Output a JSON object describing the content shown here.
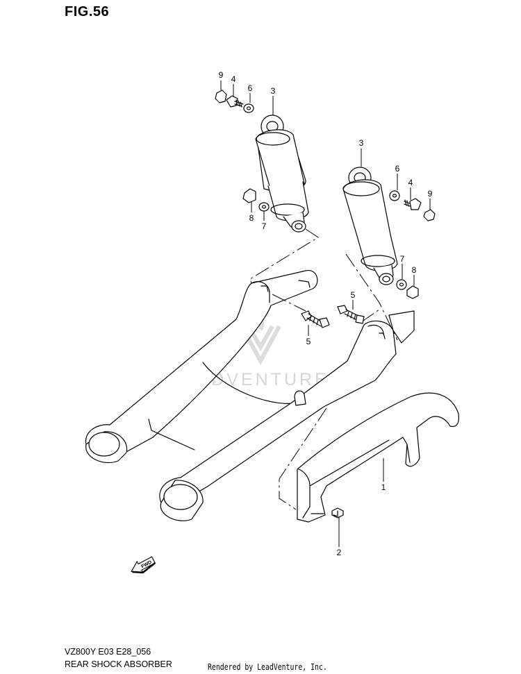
{
  "figure": {
    "title": "FIG.56",
    "model_code": "VZ800Y E03 E28_056",
    "name": "REAR SHOCK ABSORBER"
  },
  "credit": "Rendered by LeadVenture, Inc.",
  "watermark": {
    "text": "LEADVENTURE",
    "icon": "leadventure-logo-icon"
  },
  "fwd_arrow": {
    "label": "FWD",
    "icon": "forward-arrow-icon"
  },
  "callouts": {
    "upper_left_9": "9",
    "upper_left_4": "4",
    "upper_left_6": "6",
    "upper_left_3": "3",
    "upper_right_3": "3",
    "upper_right_6": "6",
    "upper_right_4": "4",
    "upper_right_9": "9",
    "left_8": "8",
    "left_7": "7",
    "right_7": "7",
    "right_8": "8",
    "left_5": "5",
    "right_5": "5",
    "chain_case_1": "1",
    "screw_2": "2"
  },
  "colors": {
    "line": "#000000",
    "background": "#ffffff",
    "watermark": "#d6d6d6"
  }
}
